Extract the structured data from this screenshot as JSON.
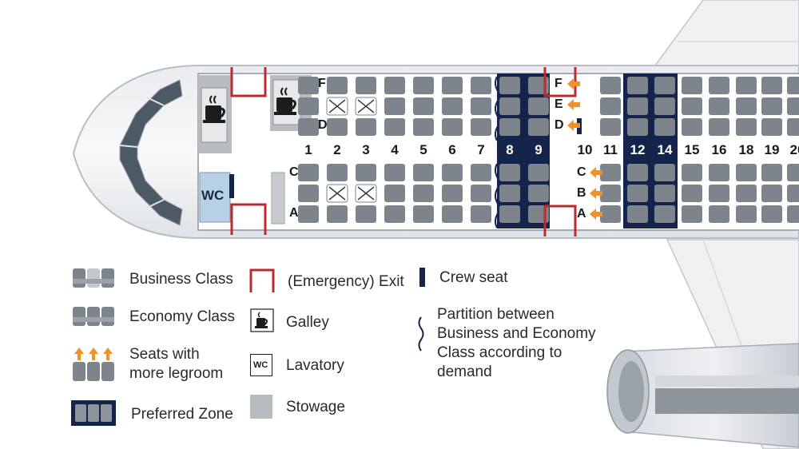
{
  "row_numbers": [
    "1",
    "2",
    "3",
    "4",
    "5",
    "6",
    "7",
    "8",
    "9",
    "10",
    "11",
    "12",
    "14",
    "15",
    "16",
    "18",
    "19",
    "20"
  ],
  "preferred_rows": [
    "8",
    "9",
    "12",
    "14"
  ],
  "seat_letters_front": [
    "F",
    "D",
    "C",
    "A"
  ],
  "seat_letters_exit": [
    "F",
    "E",
    "D",
    "C",
    "B",
    "A"
  ],
  "wc_label": "WC",
  "legend": {
    "business": "Business Class",
    "economy": "Economy Class",
    "legroom": "Seats with more legroom",
    "preferred": "Preferred Zone",
    "exit": "(Emergency) Exit",
    "galley": "Galley",
    "lavatory": "Lavatory",
    "lavatory_icon_text": "WC",
    "stowage": "Stowage",
    "crew": "Crew seat",
    "partition": "Partition between Business and Economy Class according to demand"
  },
  "colors": {
    "seat": "#7d848c",
    "seat_light": "#a7adb3",
    "preferred": "#15244a",
    "exit": "#c0282e",
    "arrow": "#f0922a",
    "stowage": "#b8bcc0",
    "wc": "#b8d0e6",
    "crew": "#15244a"
  },
  "icons": [
    "coffee-cup-icon",
    "legroom-arrow-icon",
    "partition-wave-icon",
    "crew-seat-icon"
  ]
}
